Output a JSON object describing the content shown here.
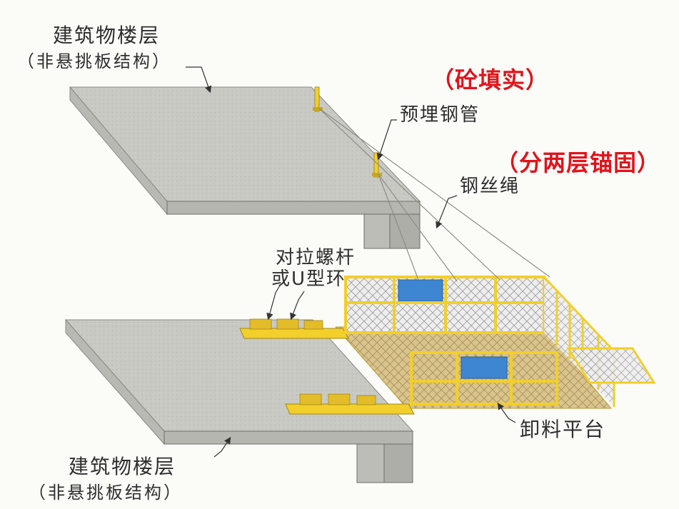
{
  "labels": {
    "upper_floor": "建筑物楼层",
    "upper_floor_note": "（非悬挑板结构）",
    "fill_note": "（砼填实）",
    "embedded_pipe": "预埋钢管",
    "anchor_note": "（分两层锚固）",
    "wire_rope": "钢丝绳",
    "bolt_line1": "对拉螺杆",
    "bolt_line2": "或U型环",
    "lower_floor": "建筑物楼层",
    "lower_floor_note": "（非悬挑板结构）",
    "platform": "卸料平台"
  },
  "colors": {
    "slab_top": "#c9c9c4",
    "slab_side": "#b6b6b0",
    "slab_edge": "#6e6e6a",
    "steel_yellow": "#f2cf2a",
    "deck": "#d9c48e",
    "mesh_sign": "#3f86d2",
    "annotation_red": "#e0141b",
    "text": "#2e2e2e"
  }
}
